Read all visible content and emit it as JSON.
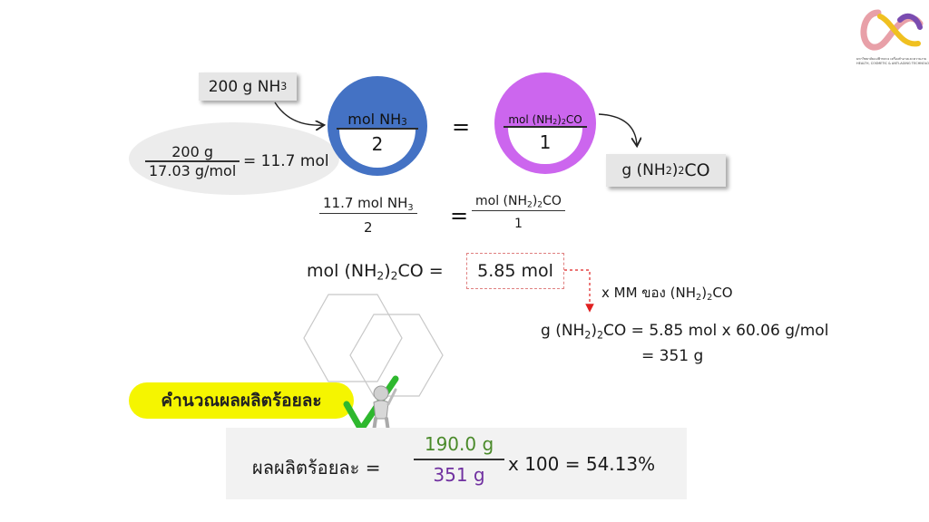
{
  "logo": {
    "name": "logo-icon",
    "caption_line1": "มหาวิทยาลัยแม่ฟ้าหลวง เครื่องสำอางและความงาม",
    "caption_line2": "HEALTH, COSMETIC & ANTI-AGING TECHNOLOGY"
  },
  "given_box": {
    "qty": "200 g NH",
    "sub": "3"
  },
  "calc_ellipse": {
    "num": "200 g",
    "den": "17.03 g/mol",
    "result": "= 11.7 mol"
  },
  "circle_left": {
    "label": "mol NH",
    "sub": "3",
    "value": "2"
  },
  "equals": "=",
  "circle_right": {
    "label_a": "mol (NH",
    "sub": "2",
    "label_b": ")",
    "sub2": "2",
    "label_c": "CO",
    "value": "1"
  },
  "target_box": {
    "a": "g (NH",
    "sub": "2",
    "b": ")",
    "sub2": "2",
    "c": "CO"
  },
  "ratio": {
    "left_num": "11.7 mol NH",
    "left_num_sub": "3",
    "left_den": "2",
    "equals": "=",
    "right_num_a": "mol (NH",
    "right_num_sub": "2",
    "right_num_b": ")",
    "right_num_sub2": "2",
    "right_num_c": "CO",
    "right_den": "1"
  },
  "mol_result": {
    "a": "mol (NH",
    "sub": "2",
    "b": ")",
    "sub2": "2",
    "c": "CO =",
    "value": "5.85 mol"
  },
  "mm_note": {
    "a": "x MM ของ (NH",
    "sub": "2",
    "b": ")",
    "sub2": "2",
    "c": "CO"
  },
  "mass_calc": {
    "line1_a": "g (NH",
    "line1_sub": "2",
    "line1_b": ")",
    "line1_sub2": "2",
    "line1_c": "CO = 5.85 mol x 60.06 g/mol",
    "line2": "= 351 g"
  },
  "yield_banner": {
    "text": "คำนวณผลผลิตร้อยละ"
  },
  "yield_calc": {
    "label": "ผลผลิตร้อยละ =",
    "num": "190.0 g",
    "den": "351 g",
    "tail": "x 100 = 54.13%"
  },
  "colors": {
    "blue_circle": "#4472c4",
    "purple_circle": "#cc66ee",
    "yellow_banner": "#f5f500",
    "green_num": "#4a8a2a",
    "purple_den": "#7030a0",
    "red_arrow": "#e02020",
    "check_green": "#2eb82e"
  }
}
